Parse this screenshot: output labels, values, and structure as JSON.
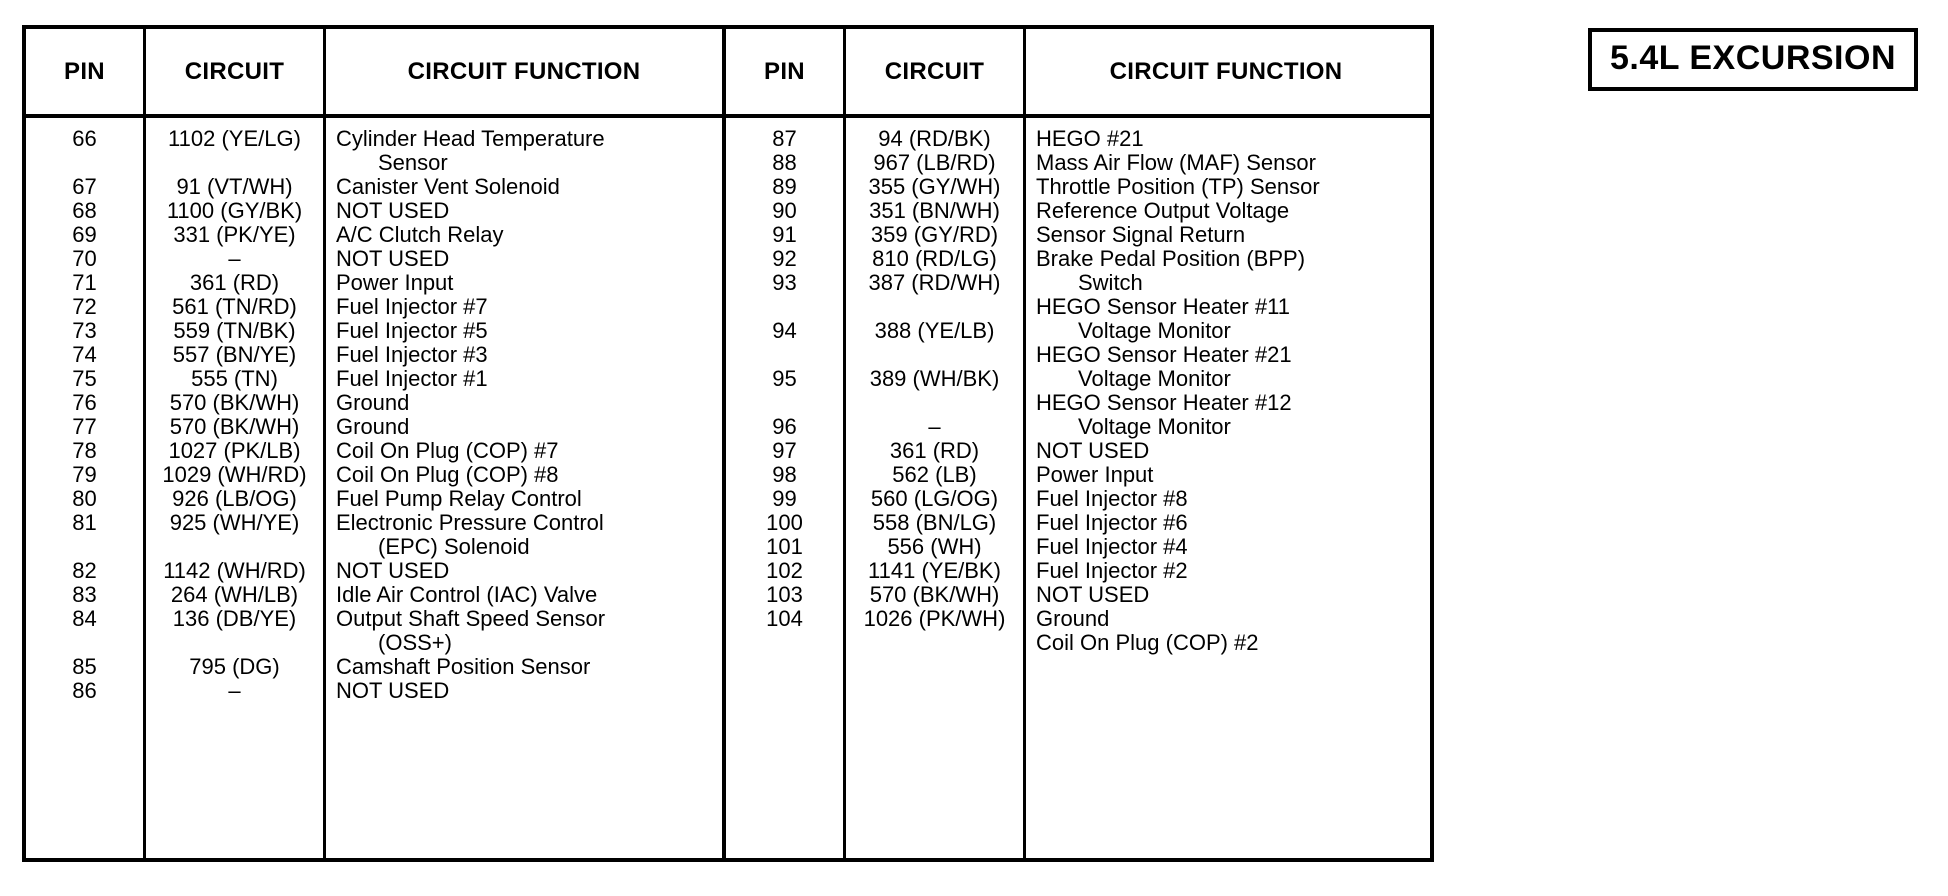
{
  "title_box": {
    "label": "5.4L EXCURSION"
  },
  "table": {
    "columns": {
      "pin": "PIN",
      "circuit": "CIRCUIT",
      "function": "CIRCUIT FUNCTION"
    },
    "left": {
      "pin_lines": [
        "66",
        "",
        "67",
        "68",
        "69",
        "70",
        "71",
        "72",
        "73",
        "74",
        "75",
        "76",
        "77",
        "78",
        "79",
        "80",
        "81",
        "",
        "82",
        "83",
        "84",
        "",
        "85",
        "86"
      ],
      "circuit_lines": [
        "1102 (YE/LG)",
        "",
        "91 (VT/WH)",
        "1100 (GY/BK)",
        "331 (PK/YE)",
        "–",
        "361 (RD)",
        "561 (TN/RD)",
        "559 (TN/BK)",
        "557 (BN/YE)",
        "555 (TN)",
        "570 (BK/WH)",
        "570 (BK/WH)",
        "1027 (PK/LB)",
        "1029 (WH/RD)",
        "926 (LB/OG)",
        "925 (WH/YE)",
        "",
        "1142 (WH/RD)",
        "264 (WH/LB)",
        "136 (DB/YE)",
        "",
        "795 (DG)",
        "–"
      ],
      "function_lines": [
        {
          "text": "Cylinder Head Temperature",
          "cont": false
        },
        {
          "text": "Sensor",
          "cont": true
        },
        {
          "text": "Canister Vent Solenoid",
          "cont": false
        },
        {
          "text": "NOT USED",
          "cont": false
        },
        {
          "text": "A/C Clutch Relay",
          "cont": false
        },
        {
          "text": "NOT USED",
          "cont": false
        },
        {
          "text": "Power Input",
          "cont": false
        },
        {
          "text": "Fuel Injector #7",
          "cont": false
        },
        {
          "text": "Fuel Injector #5",
          "cont": false
        },
        {
          "text": "Fuel Injector #3",
          "cont": false
        },
        {
          "text": "Fuel Injector #1",
          "cont": false
        },
        {
          "text": "Ground",
          "cont": false
        },
        {
          "text": "Ground",
          "cont": false
        },
        {
          "text": "Coil On Plug (COP) #7",
          "cont": false
        },
        {
          "text": "Coil On Plug (COP) #8",
          "cont": false
        },
        {
          "text": "Fuel Pump Relay Control",
          "cont": false
        },
        {
          "text": "Electronic Pressure Control",
          "cont": false
        },
        {
          "text": "(EPC) Solenoid",
          "cont": true
        },
        {
          "text": "NOT USED",
          "cont": false
        },
        {
          "text": "Idle Air Control (IAC) Valve",
          "cont": false
        },
        {
          "text": "Output Shaft Speed Sensor",
          "cont": false
        },
        {
          "text": "(OSS+)",
          "cont": true
        },
        {
          "text": "Camshaft Position Sensor",
          "cont": false
        },
        {
          "text": "NOT USED",
          "cont": false
        }
      ]
    },
    "right": {
      "pin_lines": [
        "87",
        "88",
        "89",
        "90",
        "91",
        "92",
        "93",
        "",
        "94",
        "",
        "95",
        "",
        "96",
        "97",
        "98",
        "99",
        "100",
        "101",
        "102",
        "103",
        "104",
        ""
      ],
      "circuit_lines": [
        "94 (RD/BK)",
        "967 (LB/RD)",
        "355 (GY/WH)",
        "351 (BN/WH)",
        "359 (GY/RD)",
        "810 (RD/LG)",
        "387 (RD/WH)",
        "",
        "388 (YE/LB)",
        "",
        "389 (WH/BK)",
        "",
        "–",
        "361 (RD)",
        "562 (LB)",
        "560 (LG/OG)",
        "558 (BN/LG)",
        "556 (WH)",
        "1141 (YE/BK)",
        "570 (BK/WH)",
        "1026 (PK/WH)",
        ""
      ],
      "function_lines": [
        {
          "text": "HEGO #21",
          "cont": false
        },
        {
          "text": "Mass Air Flow (MAF) Sensor",
          "cont": false
        },
        {
          "text": "Throttle Position (TP) Sensor",
          "cont": false
        },
        {
          "text": "Reference Output Voltage",
          "cont": false
        },
        {
          "text": "Sensor Signal Return",
          "cont": false
        },
        {
          "text": "Brake Pedal Position (BPP)",
          "cont": false
        },
        {
          "text": "Switch",
          "cont": true
        },
        {
          "text": "HEGO Sensor Heater #11",
          "cont": false
        },
        {
          "text": "Voltage Monitor",
          "cont": true
        },
        {
          "text": "HEGO Sensor Heater #21",
          "cont": false
        },
        {
          "text": "Voltage Monitor",
          "cont": true
        },
        {
          "text": "HEGO Sensor Heater #12",
          "cont": false
        },
        {
          "text": "Voltage Monitor",
          "cont": true
        },
        {
          "text": "NOT USED",
          "cont": false
        },
        {
          "text": "Power Input",
          "cont": false
        },
        {
          "text": "Fuel Injector #8",
          "cont": false
        },
        {
          "text": "Fuel Injector #6",
          "cont": false
        },
        {
          "text": "Fuel Injector #4",
          "cont": false
        },
        {
          "text": "Fuel Injector #2",
          "cont": false
        },
        {
          "text": "NOT USED",
          "cont": false
        },
        {
          "text": "Ground",
          "cont": false
        },
        {
          "text": "Coil On Plug (COP) #2",
          "cont": false
        }
      ]
    }
  }
}
